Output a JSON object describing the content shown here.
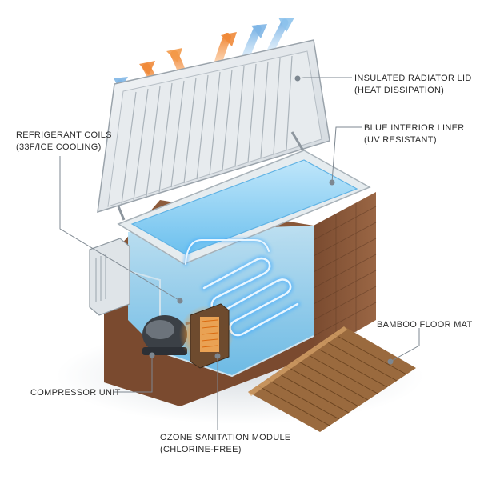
{
  "labels": {
    "lid": {
      "line1": "INSULATED RADIATOR LID",
      "line2": "(HEAT DISSIPATION)"
    },
    "liner": {
      "line1": "BLUE INTERIOR LINER",
      "line2": "(UV RESISTANT)"
    },
    "coils": {
      "line1": "REFRIGERANT COILS",
      "line2": "(33F/ICE COOLING)"
    },
    "mat": {
      "line1": "BAMBOO FLOOR MAT"
    },
    "compressor": {
      "line1": "COMPRESSOR UNIT"
    },
    "ozone": {
      "line1": "OZONE SANITATION MODULE",
      "line2": "(CHLORINE-FREE)"
    }
  },
  "colors": {
    "wood": "#8a5a3b",
    "liner": "#8fd0f0",
    "coil_glow": "#3aa8ff",
    "heat_orange": "#f39a4a",
    "heat_blue": "#8ec3ec",
    "ozone_glow": "#ff9a2e",
    "frame": "#e8ecef"
  },
  "icons": [
    "heat-arrow-icon",
    "compressor-icon",
    "coil-icon"
  ]
}
